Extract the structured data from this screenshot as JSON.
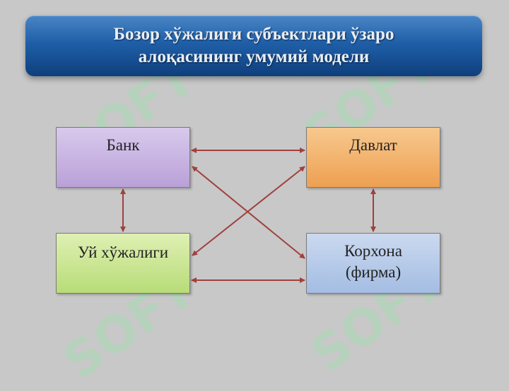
{
  "title": {
    "line1": "Бозор хўжалиги субъектлари ўзаро",
    "line2": "алоқасининг умумий модели"
  },
  "nodes": {
    "bank": {
      "label": "Банк"
    },
    "state": {
      "label": "Давлат"
    },
    "household": {
      "label": "Уй хўжалиги"
    },
    "firm": {
      "line1": "Корхона",
      "line2": "(фирма)"
    }
  },
  "colors": {
    "background": "#c8c8c8",
    "banner": "#1f5fa8",
    "arrow": "#a0403e",
    "bank": "#c6b3e0",
    "state": "#f2b26e",
    "household": "#cbe694",
    "firm": "#b7cbe9"
  },
  "watermark": {
    "text": "SOFT"
  }
}
